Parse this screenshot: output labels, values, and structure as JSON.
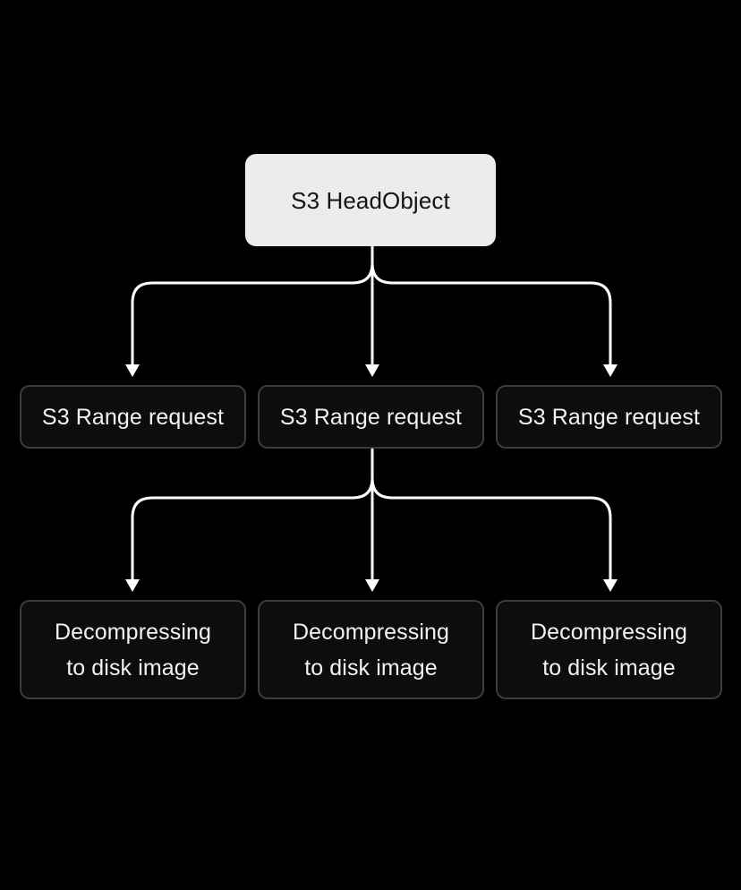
{
  "diagram": {
    "root": {
      "label": "S3 HeadObject"
    },
    "range_requests": [
      {
        "label": "S3 Range request"
      },
      {
        "label": "S3 Range request"
      },
      {
        "label": "S3 Range request"
      }
    ],
    "decompress_steps": [
      {
        "line1": "Decompressing",
        "line2": "to disk image"
      },
      {
        "line1": "Decompressing",
        "line2": "to disk image"
      },
      {
        "line1": "Decompressing",
        "line2": "to disk image"
      }
    ]
  },
  "colors": {
    "background": "#000000",
    "root_fill": "#ececec",
    "node_fill": "#0d0d0d",
    "node_border": "#3d3d3d",
    "connector": "#ffffff"
  }
}
